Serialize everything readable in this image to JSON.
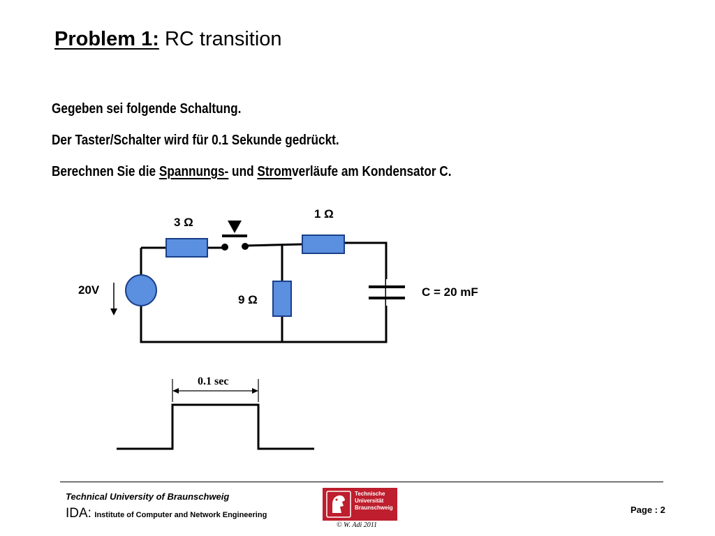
{
  "title": {
    "lead": "Problem 1:",
    "rest": "RC transition"
  },
  "text": {
    "line1": "Gegeben sei folgende Schaltung.",
    "line2": "Der Taster/Schalter wird für 0.1 Sekunde gedrückt.",
    "line3_a": "Berechnen Sie die ",
    "line3_u1": "Spannungs-",
    "line3_b": " und ",
    "line3_u2": "Strom",
    "line3_c": "verläufe am Kondensator C."
  },
  "circuit": {
    "source_label": "20V",
    "r1_label": "3 Ω",
    "r2_label": "1 Ω",
    "r3_label": "9 Ω",
    "c_label": "C = 20 mF",
    "component_color": "#5b8fe0"
  },
  "pulse": {
    "duration_label": "0.1 sec"
  },
  "footer": {
    "university": "Technical University of Braunschweig",
    "ida": "IDA:",
    "institute": "Institute of Computer and Network Engineering",
    "logo_line1": "Technische",
    "logo_line2": "Universität",
    "logo_line3": "Braunschweig",
    "logo_color": "#be1e2d",
    "copyright": "© W. Adi 2011",
    "page_label": "Page :",
    "page_number": "2"
  }
}
